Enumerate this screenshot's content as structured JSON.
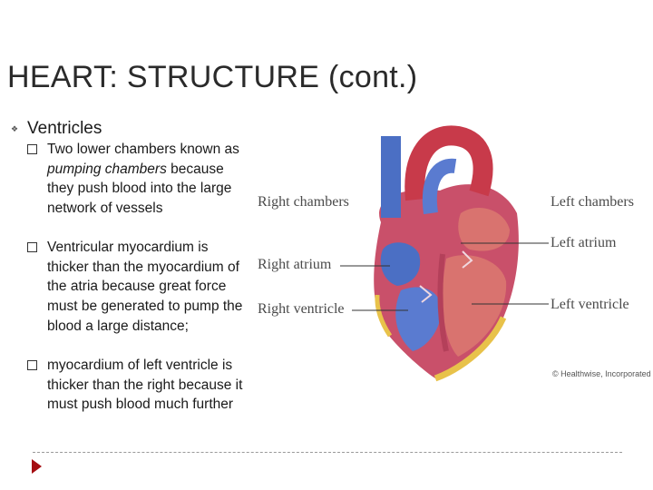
{
  "slide": {
    "title": "HEART: STRUCTURE (cont.)",
    "level1": {
      "bullet_icon": "diamond-bullet-icon",
      "text": "Ventricles"
    },
    "items": [
      {
        "before": "Two lower chambers known as ",
        "emph": "pumping chambers",
        "after": " because they push blood into the large network of vessels"
      },
      {
        "before": "Ventricular myocardium is thicker than the myocardium of the atria because great force must be generated to pump the blood a large distance;",
        "emph": "",
        "after": ""
      },
      {
        "before": " myocardium of left ventricle is thicker than the right because it must push blood much further",
        "emph": "",
        "after": ""
      }
    ]
  },
  "figure": {
    "labels": {
      "right_chambers": "Right chambers",
      "left_chambers": "Left chambers",
      "right_atrium": "Right atrium",
      "left_atrium": "Left atrium",
      "right_ventricle": "Right ventricle",
      "left_ventricle": "Left ventricle"
    },
    "copyright": "© Healthwise, Incorporated",
    "colors": {
      "muscle": "#c9506a",
      "chamber": "#d9736f",
      "blue_blood": "#4b6fc4",
      "aorta": "#c83a4a",
      "fat": "#e8c24a"
    }
  },
  "footer": {
    "nav_icon": "play-triangle-icon",
    "accent": "#a50d12"
  }
}
